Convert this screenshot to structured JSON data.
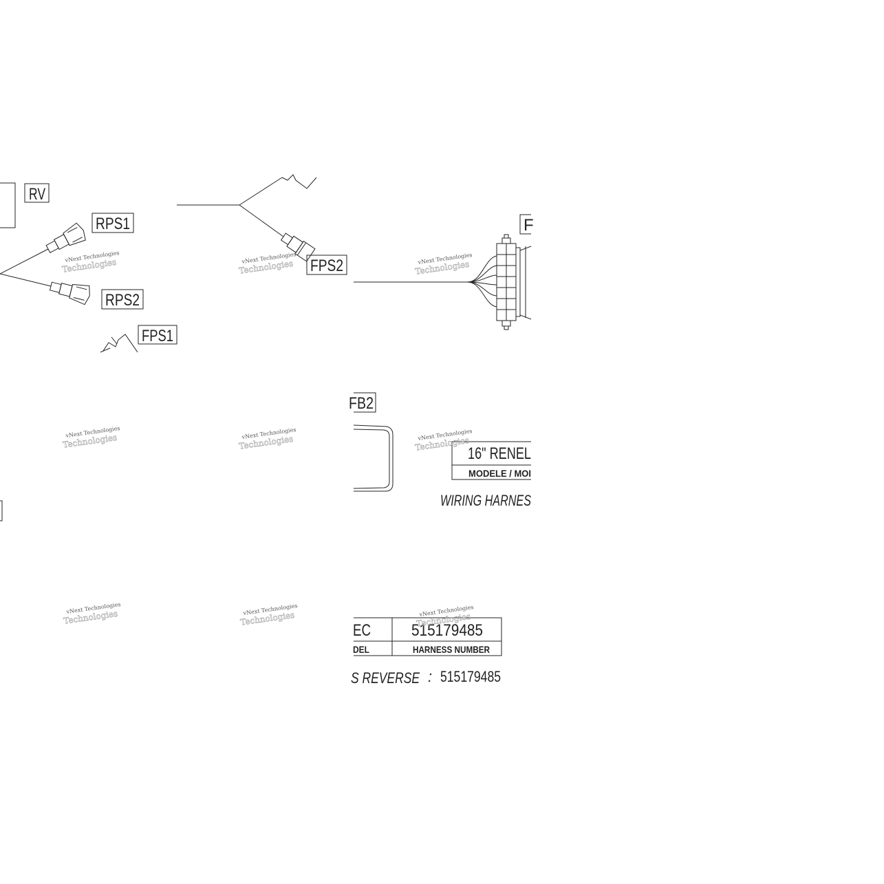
{
  "labels": {
    "rv": "RV",
    "rps1": "RPS1",
    "rps2": "RPS2",
    "fps1": "FPS1",
    "fps2": "FPS2",
    "f_partial": "F",
    "fb2_partial": "FB2"
  },
  "title_block": {
    "model_name_partial": "16\" RENEL",
    "model_label_partial": "MODELE / MOI",
    "wiring_title_partial": "WIRING HARNES",
    "spec_partial": "EC",
    "harness_number": "515179485",
    "model_cell_partial": "DEL",
    "harness_number_label": "HARNESS NUMBER",
    "reverse_partial": "S  REVERSE",
    "colon": ":",
    "reverse_number": "515179485"
  },
  "watermark": {
    "line1": "vNext Technologies",
    "line2": "Technologies"
  }
}
